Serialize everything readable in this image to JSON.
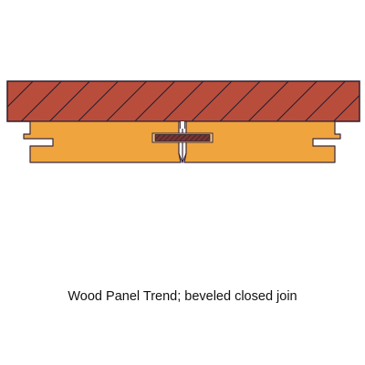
{
  "caption": "Wood Panel Trend; beveled closed join",
  "colors": {
    "top_board": "#b94d3c",
    "top_board_hatch": "#1f1c2e",
    "panel_fill": "#f0a43e",
    "panel_outline": "#3a2a3a",
    "spline_fill": "#6e2f2e",
    "outline": "#2a2030",
    "background": "#ffffff"
  },
  "icons": {
    "top_board": "diagonal-hatched-board",
    "left_panel": "tongue-and-groove-panel",
    "right_panel": "tongue-and-groove-panel",
    "spline": "hatched-spline-strip"
  }
}
